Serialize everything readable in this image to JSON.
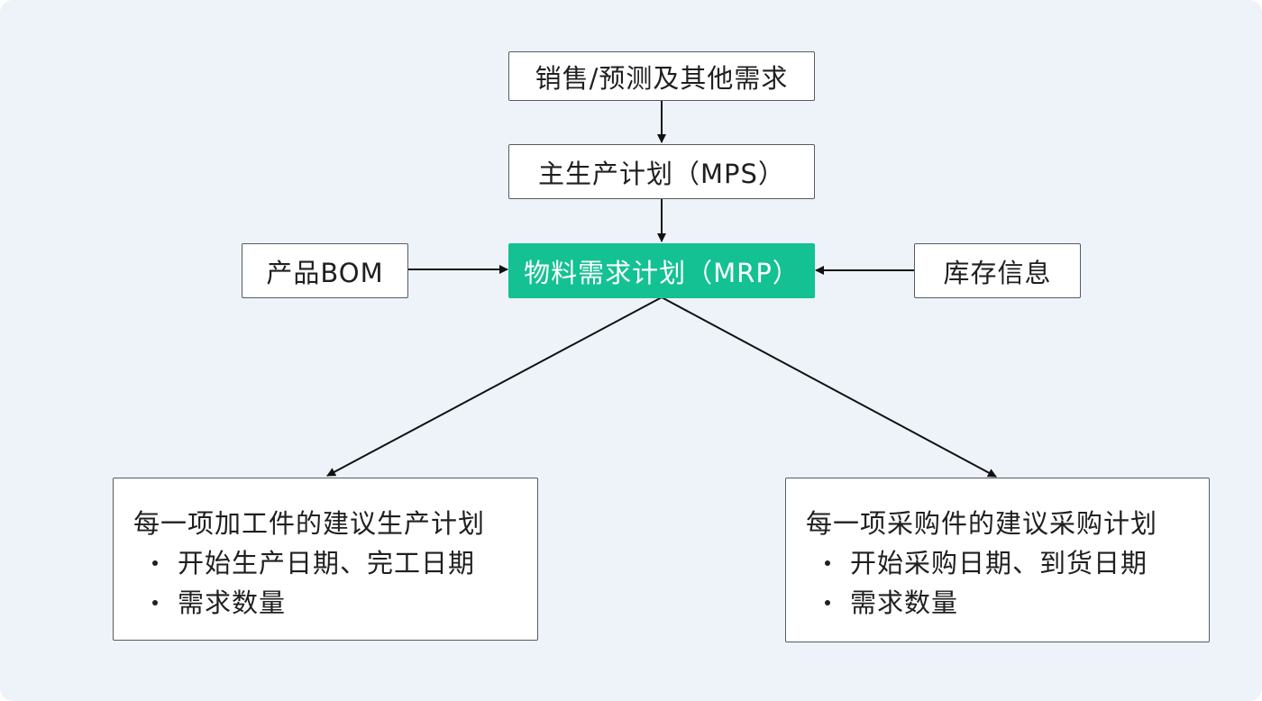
{
  "nodes": {
    "demand": "销售/预测及其他需求",
    "mps": "主生产计划（MPS）",
    "bom": "产品BOM",
    "mrp": "物料需求计划（MRP）",
    "inventory": "库存信息"
  },
  "outputs": {
    "manufacturing": {
      "title": "每一项加工件的建议生产计划",
      "bullets": [
        "开始生产日期、完工日期",
        "需求数量"
      ]
    },
    "purchasing": {
      "title": "每一项采购件的建议采购计划",
      "bullets": [
        "开始采购日期、到货日期",
        "需求数量"
      ]
    }
  },
  "colors": {
    "background": "#edf3f9",
    "accent": "#14c193",
    "border": "#555b61",
    "text": "#1f1f1f"
  }
}
